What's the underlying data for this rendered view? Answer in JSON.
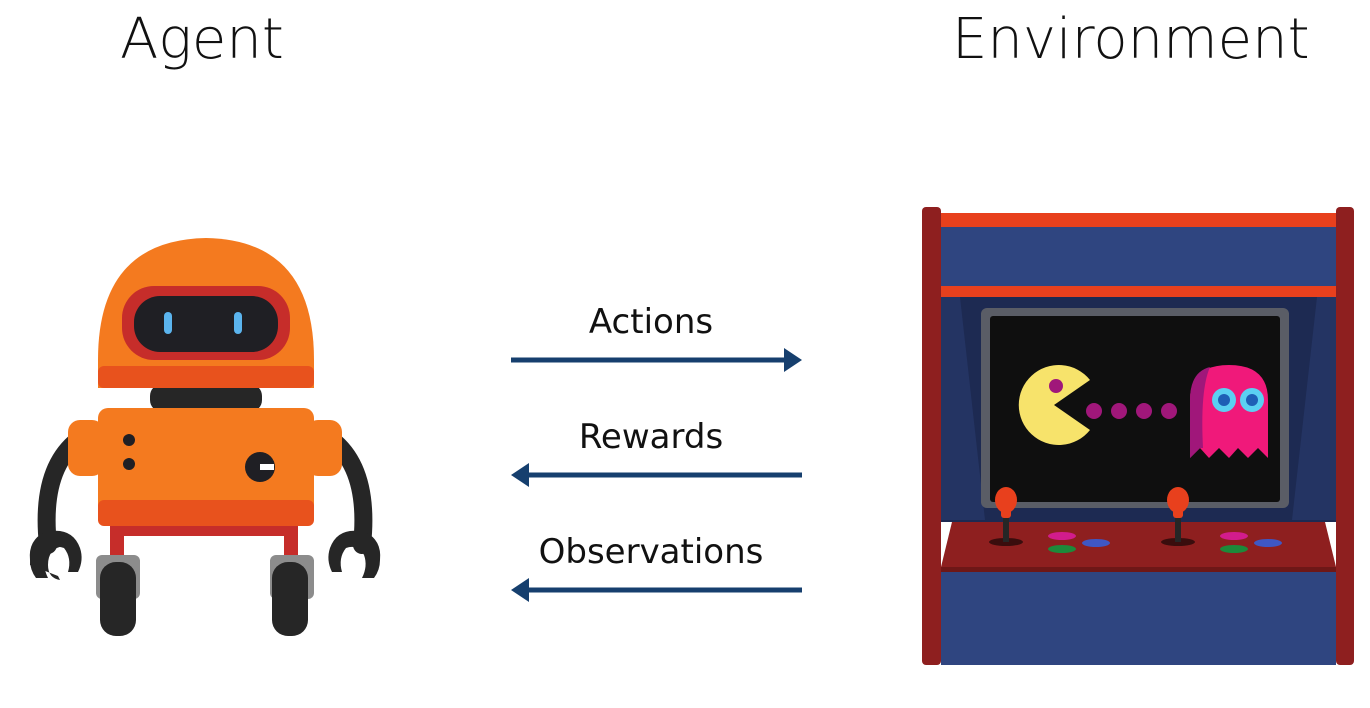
{
  "agent": {
    "title": "Agent",
    "icon": "robot-icon",
    "colors": {
      "body": "#f47a1f",
      "accent": "#e8521d",
      "visor": "#c62d2a",
      "eyes": "#5bb4ee",
      "dark": "#262626",
      "legs": "#c62d2a"
    }
  },
  "environment": {
    "title": "Environment",
    "icon": "arcade-machine-icon",
    "colors": {
      "cabinet": "#2f4580",
      "trim": "#e8401d",
      "side": "#8e1f1f",
      "screen": "#0f0f0f",
      "pacman": "#f7e36b",
      "ghost": "#f0197a",
      "dots": "#a0177a"
    }
  },
  "arrows": {
    "color": "#163f6e",
    "items": [
      {
        "label": "Actions",
        "direction": "right"
      },
      {
        "label": "Rewards",
        "direction": "left"
      },
      {
        "label": "Observations",
        "direction": "left"
      }
    ]
  }
}
